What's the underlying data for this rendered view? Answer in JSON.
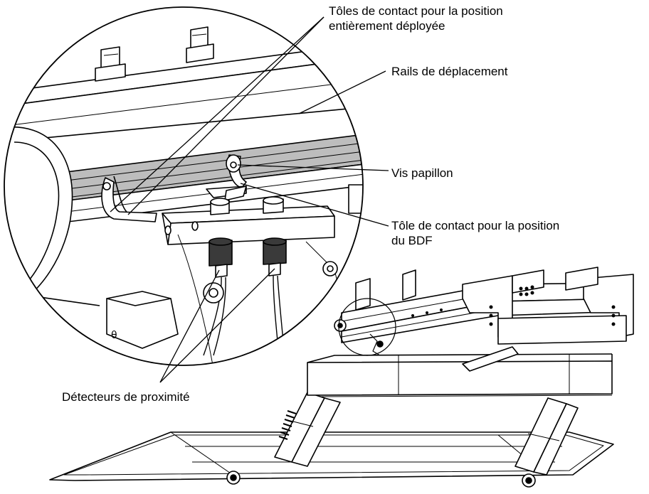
{
  "callouts": {
    "contact_plates_deployed": {
      "line1": "Tôles de contact pour la position",
      "line2": "entièrement déployée"
    },
    "travel_rails": "Rails de déplacement",
    "wing_screw": "Vis papillon",
    "contact_plate_bdf": {
      "line1": "Tôle de contact pour la position",
      "line2": "du BDF"
    },
    "proximity_sensors": "Détecteurs de proximité"
  },
  "colors": {
    "line": "#000000",
    "fill": "#ffffff",
    "rail_shade": "#bdbdbd",
    "dark": "#3a3a3a"
  }
}
